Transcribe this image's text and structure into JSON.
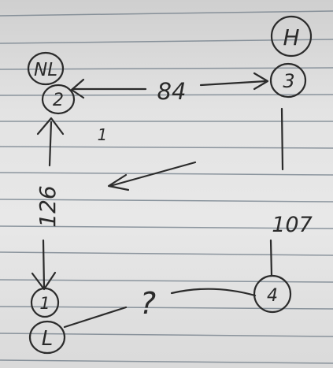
{
  "nodes": {
    "nl": {
      "tag": "NL",
      "num": "2"
    },
    "h": {
      "tag": "H",
      "num": "3"
    },
    "l": {
      "tag": "L",
      "num": "1"
    },
    "bottom_right": {
      "num": "4"
    }
  },
  "edges": {
    "top": "84",
    "left": "126",
    "right": "107",
    "bottom": "?",
    "diag": "1"
  }
}
